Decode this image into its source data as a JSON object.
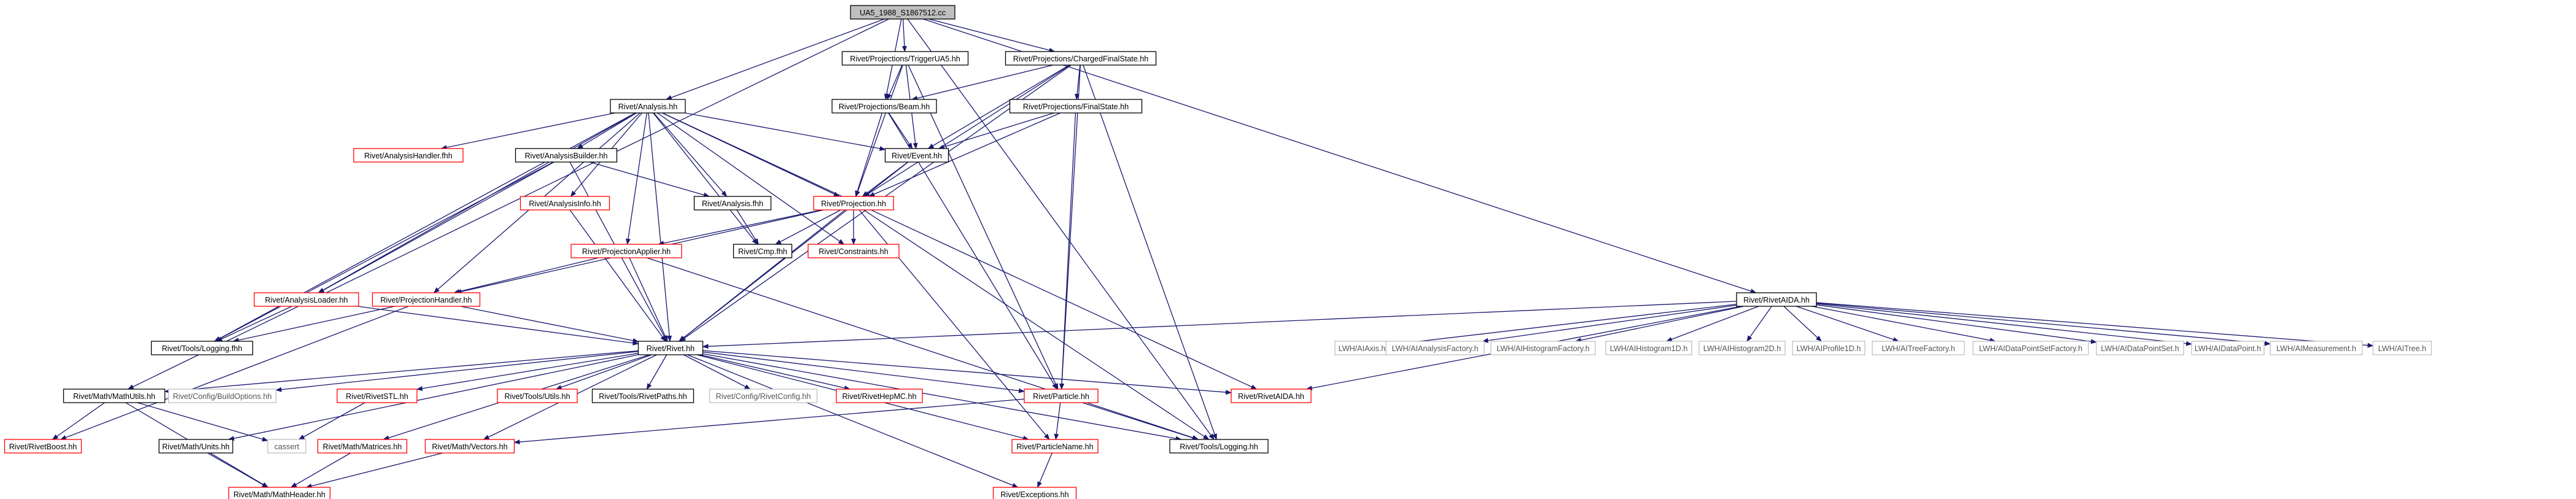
{
  "colors": {
    "edge": "#191970",
    "box_black": "#000000",
    "box_red": "#ff0000",
    "box_grey": "#bfbfbf",
    "root_fill": "#bfbfbf",
    "text": "#000000",
    "grey_text": "#555555"
  },
  "nodes": {
    "root": {
      "label": "UA5_1988_S1867512.cc",
      "style": "root"
    },
    "trigger": {
      "label": "Rivet/Projections/TriggerUA5.hh",
      "style": "black"
    },
    "cfs": {
      "label": "Rivet/Projections/ChargedFinalState.hh",
      "style": "black"
    },
    "analysis": {
      "label": "Rivet/Analysis.hh",
      "style": "black"
    },
    "beam": {
      "label": "Rivet/Projections/Beam.hh",
      "style": "black"
    },
    "fs": {
      "label": "Rivet/Projections/FinalState.hh",
      "style": "black"
    },
    "ahandler": {
      "label": "Rivet/AnalysisHandler.fhh",
      "style": "red"
    },
    "abuilder": {
      "label": "Rivet/AnalysisBuilder.hh",
      "style": "black"
    },
    "event": {
      "label": "Rivet/Event.hh",
      "style": "black"
    },
    "ainfo": {
      "label": "Rivet/AnalysisInfo.hh",
      "style": "red"
    },
    "afhh": {
      "label": "Rivet/Analysis.fhh",
      "style": "black"
    },
    "projection": {
      "label": "Rivet/Projection.hh",
      "style": "red"
    },
    "papplier": {
      "label": "Rivet/ProjectionApplier.hh",
      "style": "red"
    },
    "cmp": {
      "label": "Rivet/Cmp.fhh",
      "style": "black"
    },
    "constraints": {
      "label": "Rivet/Constraints.hh",
      "style": "red"
    },
    "aloader": {
      "label": "Rivet/AnalysisLoader.hh",
      "style": "red"
    },
    "phandler": {
      "label": "Rivet/ProjectionHandler.hh",
      "style": "red"
    },
    "logfhh": {
      "label": "Rivet/Tools/Logging.fhh",
      "style": "black"
    },
    "rivet": {
      "label": "Rivet/Rivet.hh",
      "style": "black"
    },
    "riveraida": {
      "label": "Rivet/RivetAIDA.hh",
      "style": "black"
    },
    "lwaxis": {
      "label": "LWH/AIAxis.h",
      "style": "grey"
    },
    "lwafac": {
      "label": "LWH/AIAnalysisFactory.h",
      "style": "grey"
    },
    "lwhfac": {
      "label": "LWH/AIHistogramFactory.h",
      "style": "grey"
    },
    "lwh1d": {
      "label": "LWH/AIHistogram1D.h",
      "style": "grey"
    },
    "lwh2d": {
      "label": "LWH/AIHistogram2D.h",
      "style": "grey"
    },
    "lwp1d": {
      "label": "LWH/AIProfile1D.h",
      "style": "grey"
    },
    "lwtfac": {
      "label": "LWH/AITreeFactory.h",
      "style": "grey"
    },
    "lwdpsf": {
      "label": "LWH/AIDataPointSetFactory.h",
      "style": "grey"
    },
    "lwdps": {
      "label": "LWH/AIDataPointSet.h",
      "style": "grey"
    },
    "lwdp": {
      "label": "LWH/AIDataPoint.h",
      "style": "grey"
    },
    "lwmeas": {
      "label": "LWH/AIMeasurement.h",
      "style": "grey"
    },
    "lwtree": {
      "label": "LWH/AITree.h",
      "style": "grey"
    },
    "mathutils": {
      "label": "Rivet/Math/MathUtils.hh",
      "style": "black"
    },
    "buildopts": {
      "label": "Rivet/Config/BuildOptions.hh",
      "style": "grey"
    },
    "rivetstl": {
      "label": "Rivet/RivetSTL.hh",
      "style": "red"
    },
    "toolsutils": {
      "label": "Rivet/Tools/Utils.hh",
      "style": "red"
    },
    "rivetpaths": {
      "label": "Rivet/Tools/RivetPaths.hh",
      "style": "black"
    },
    "rivetconfig": {
      "label": "Rivet/Config/RivetConfig.hh",
      "style": "grey"
    },
    "rivethepmc": {
      "label": "Rivet/RivetHepMC.hh",
      "style": "red"
    },
    "particle": {
      "label": "Rivet/Particle.hh",
      "style": "red"
    },
    "rivetaidahh": {
      "label": "Rivet/RivetAIDA.hh",
      "style": "red"
    },
    "rivetboost": {
      "label": "Rivet/RivetBoost.hh",
      "style": "red"
    },
    "cassert": {
      "label": "cassert",
      "style": "grey"
    },
    "matrices": {
      "label": "Rivet/Math/Matrices.hh",
      "style": "red"
    },
    "vectors": {
      "label": "Rivet/Math/Vectors.hh",
      "style": "red"
    },
    "units": {
      "label": "Rivet/Math/Units.hh",
      "style": "black"
    },
    "particlename": {
      "label": "Rivet/ParticleName.hh",
      "style": "red"
    },
    "logging": {
      "label": "Rivet/Tools/Logging.hh",
      "style": "black"
    },
    "mathheader": {
      "label": "Rivet/Math/MathHeader.hh",
      "style": "red"
    },
    "exceptions": {
      "label": "Rivet/Exceptions.hh",
      "style": "red"
    }
  },
  "edges": [
    [
      "root",
      "trigger"
    ],
    [
      "root",
      "cfs"
    ],
    [
      "root",
      "analysis"
    ],
    [
      "root",
      "beam"
    ],
    [
      "root",
      "riveraida"
    ],
    [
      "root",
      "mathutils"
    ],
    [
      "root",
      "logging"
    ],
    [
      "trigger",
      "beam"
    ],
    [
      "trigger",
      "event"
    ],
    [
      "trigger",
      "projection"
    ],
    [
      "trigger",
      "particle"
    ],
    [
      "cfs",
      "fs"
    ],
    [
      "cfs",
      "event"
    ],
    [
      "cfs",
      "projection"
    ],
    [
      "cfs",
      "rivet"
    ],
    [
      "cfs",
      "particle"
    ],
    [
      "cfs",
      "logging"
    ],
    [
      "cfs",
      "beam"
    ],
    [
      "analysis",
      "ahandler"
    ],
    [
      "analysis",
      "abuilder"
    ],
    [
      "analysis",
      "event"
    ],
    [
      "analysis",
      "ainfo"
    ],
    [
      "analysis",
      "afhh"
    ],
    [
      "analysis",
      "projection"
    ],
    [
      "analysis",
      "papplier"
    ],
    [
      "analysis",
      "constraints"
    ],
    [
      "analysis",
      "aloader"
    ],
    [
      "analysis",
      "phandler"
    ],
    [
      "analysis",
      "logfhh"
    ],
    [
      "analysis",
      "rivet"
    ],
    [
      "analysis",
      "rivetaidahh"
    ],
    [
      "analysis",
      "cmp"
    ],
    [
      "beam",
      "event"
    ],
    [
      "beam",
      "projection"
    ],
    [
      "beam",
      "particle"
    ],
    [
      "fs",
      "event"
    ],
    [
      "fs",
      "projection"
    ],
    [
      "fs",
      "particle"
    ],
    [
      "abuilder",
      "afhh"
    ],
    [
      "abuilder",
      "aloader"
    ],
    [
      "abuilder",
      "logfhh"
    ],
    [
      "abuilder",
      "rivet"
    ],
    [
      "event",
      "projection"
    ],
    [
      "event",
      "rivet"
    ],
    [
      "ainfo",
      "rivet"
    ],
    [
      "afhh",
      "cmp"
    ],
    [
      "projection",
      "papplier"
    ],
    [
      "projection",
      "cmp"
    ],
    [
      "projection",
      "constraints"
    ],
    [
      "projection",
      "phandler"
    ],
    [
      "projection",
      "rivet"
    ],
    [
      "projection",
      "particlename"
    ],
    [
      "projection",
      "logging"
    ],
    [
      "papplier",
      "phandler"
    ],
    [
      "papplier",
      "rivet"
    ],
    [
      "papplier",
      "logging"
    ],
    [
      "aloader",
      "logfhh"
    ],
    [
      "aloader",
      "rivet"
    ],
    [
      "phandler",
      "logfhh"
    ],
    [
      "phandler",
      "rivet"
    ],
    [
      "phandler",
      "rivetboost"
    ],
    [
      "riveraida",
      "rivet"
    ],
    [
      "riveraida",
      "rivetaidahh"
    ],
    [
      "riveraida",
      "lwaxis"
    ],
    [
      "riveraida",
      "lwafac"
    ],
    [
      "riveraida",
      "lwhfac"
    ],
    [
      "riveraida",
      "lwh1d"
    ],
    [
      "riveraida",
      "lwh2d"
    ],
    [
      "riveraida",
      "lwp1d"
    ],
    [
      "riveraida",
      "lwtfac"
    ],
    [
      "riveraida",
      "lwdpsf"
    ],
    [
      "riveraida",
      "lwdps"
    ],
    [
      "riveraida",
      "lwdp"
    ],
    [
      "riveraida",
      "lwmeas"
    ],
    [
      "riveraida",
      "lwtree"
    ],
    [
      "rivet",
      "mathutils"
    ],
    [
      "rivet",
      "buildopts"
    ],
    [
      "rivet",
      "rivetstl"
    ],
    [
      "rivet",
      "toolsutils"
    ],
    [
      "rivet",
      "rivetpaths"
    ],
    [
      "rivet",
      "rivetconfig"
    ],
    [
      "rivet",
      "rivethepmc"
    ],
    [
      "rivet",
      "particle"
    ],
    [
      "rivet",
      "rivetaidahh"
    ],
    [
      "rivet",
      "units"
    ],
    [
      "rivet",
      "matrices"
    ],
    [
      "rivet",
      "vectors"
    ],
    [
      "rivet",
      "particlename"
    ],
    [
      "rivet",
      "logging"
    ],
    [
      "rivet",
      "exceptions"
    ],
    [
      "particle",
      "particlename"
    ],
    [
      "particle",
      "vectors"
    ],
    [
      "particle",
      "logging"
    ],
    [
      "rivetstl",
      "cassert"
    ],
    [
      "mathutils",
      "rivetboost"
    ],
    [
      "mathutils",
      "cassert"
    ],
    [
      "mathutils",
      "mathheader"
    ],
    [
      "units",
      "mathheader"
    ],
    [
      "matrices",
      "mathheader"
    ],
    [
      "vectors",
      "mathheader"
    ],
    [
      "particlename",
      "exceptions"
    ]
  ]
}
